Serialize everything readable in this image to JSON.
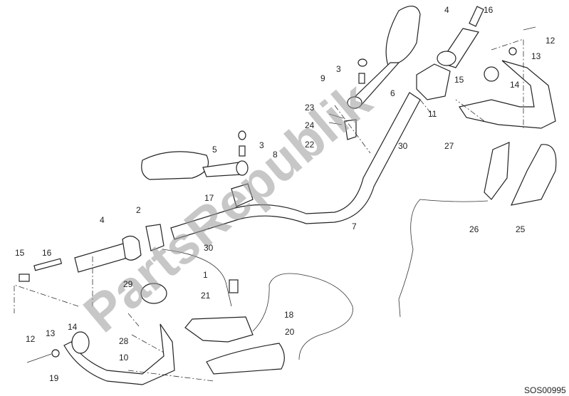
{
  "diagram": {
    "code": "SOS00995",
    "watermark": "PartsRepublik",
    "labels": [
      "4",
      "16",
      "12",
      "13",
      "3",
      "9",
      "6",
      "15",
      "14",
      "11",
      "23",
      "24",
      "22",
      "30",
      "27",
      "5",
      "3",
      "8",
      "17",
      "7",
      "2",
      "4",
      "15",
      "16",
      "1",
      "29",
      "30",
      "26",
      "25",
      "21",
      "18",
      "28",
      "20",
      "12",
      "13",
      "14",
      "10",
      "19"
    ]
  }
}
